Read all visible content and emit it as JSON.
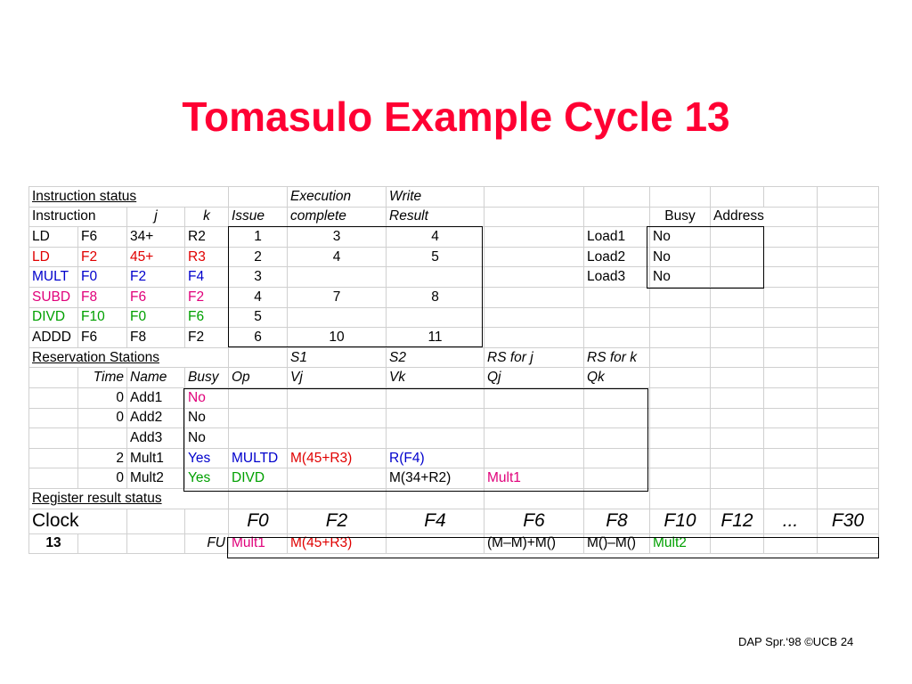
{
  "title": "Tomasulo Example Cycle 13",
  "footer": "DAP Spr.‘98 ©UCB 24",
  "colors": {
    "title": "#ff0033",
    "red": "#e00000",
    "blue": "#0000cc",
    "magenta": "#e0007a",
    "green": "#00a000"
  },
  "instr_status": {
    "label": "Instruction status",
    "execution": "Execution",
    "write": "Write",
    "h_instruction": "Instruction",
    "h_j": "j",
    "h_k": "k",
    "h_issue": "Issue",
    "h_complete": "complete",
    "h_result": "Result",
    "h_busy": "Busy",
    "h_address": "Address",
    "rows": [
      {
        "op": "LD",
        "dst": "F6",
        "j": "34+",
        "k": "R2",
        "issue": "1",
        "exec": "3",
        "write": "4"
      },
      {
        "op": "LD",
        "dst": "F2",
        "j": "45+",
        "k": "R3",
        "issue": "2",
        "exec": "4",
        "write": "5"
      },
      {
        "op": "MULT",
        "dst": "F0",
        "j": "F2",
        "k": "F4",
        "issue": "3",
        "exec": "",
        "write": ""
      },
      {
        "op": "SUBD",
        "dst": "F8",
        "j": "F6",
        "k": "F2",
        "issue": "4",
        "exec": "7",
        "write": "8"
      },
      {
        "op": "DIVD",
        "dst": "F10",
        "j": "F0",
        "k": "F6",
        "issue": "5",
        "exec": "",
        "write": ""
      },
      {
        "op": "ADDD",
        "dst": "F6",
        "j": "F8",
        "k": "F2",
        "issue": "6",
        "exec": "10",
        "write": "11"
      }
    ],
    "loads": [
      {
        "name": "Load1",
        "busy": "No"
      },
      {
        "name": "Load2",
        "busy": "No"
      },
      {
        "name": "Load3",
        "busy": "No"
      }
    ]
  },
  "rs": {
    "label": "Reservation Stations",
    "h_s1": "S1",
    "h_s2": "S2",
    "h_rsj": "RS for j",
    "h_rsk": "RS for k",
    "h_time": "Time",
    "h_name": "Name",
    "h_busy": "Busy",
    "h_op": "Op",
    "h_vj": "Vj",
    "h_vk": "Vk",
    "h_qj": "Qj",
    "h_qk": "Qk",
    "rows": [
      {
        "time": "0",
        "name": "Add1",
        "busy": "No",
        "op": "",
        "vj": "",
        "vk": "",
        "qj": "",
        "qk": ""
      },
      {
        "time": "0",
        "name": "Add2",
        "busy": "No",
        "op": "",
        "vj": "",
        "vk": "",
        "qj": "",
        "qk": ""
      },
      {
        "time": "",
        "name": "Add3",
        "busy": "No",
        "op": "",
        "vj": "",
        "vk": "",
        "qj": "",
        "qk": ""
      },
      {
        "time": "2",
        "name": "Mult1",
        "busy": "Yes",
        "op": "MULTD",
        "vj": "M(45+R3)",
        "vk": "R(F4)",
        "qj": "",
        "qk": ""
      },
      {
        "time": "0",
        "name": "Mult2",
        "busy": "Yes",
        "op": "DIVD",
        "vj": "",
        "vk": "M(34+R2)",
        "qj": "Mult1",
        "qk": ""
      }
    ]
  },
  "reg": {
    "label": "Register result status",
    "clock_label": "Clock",
    "clock_value": "13",
    "fu_label": "FU",
    "regs": [
      "F0",
      "F2",
      "F4",
      "F6",
      "F8",
      "F10",
      "F12",
      "...",
      "F30"
    ],
    "values": [
      "Mult1",
      "M(45+R3)",
      "",
      "(M–M)+M()",
      "M()–M()",
      "Mult2",
      "",
      "",
      ""
    ]
  }
}
